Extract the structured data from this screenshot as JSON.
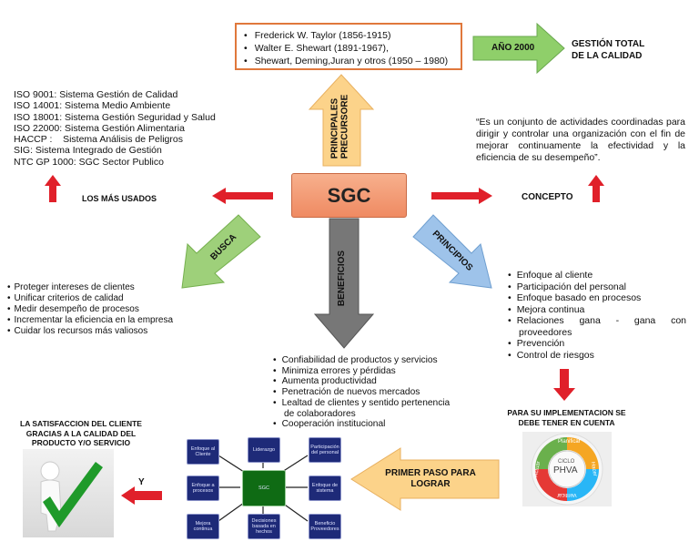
{
  "center": {
    "label": "SGC",
    "color": "#ef8a62"
  },
  "precursors": {
    "arrow_label_line1": "PRINCIPALES",
    "arrow_label_line2": "PRECURSORE",
    "items": [
      "Frederick W. Taylor (1856-1915)",
      "Walter E. Shewart (1891-1967),",
      "Shewart, Deming,Juran y otros (1950 – 1980)"
    ]
  },
  "year": {
    "arrow_label": "AÑO 2000",
    "result_line1": "GESTIÓN TOTAL",
    "result_line2": "DE LA CALIDAD"
  },
  "used": {
    "label": "LOS MÁS USADOS",
    "items": [
      "ISO 9001: Sistema Gestión de Calidad",
      "ISO 14001: Sistema Medio Ambiente",
      "ISO 18001: Sistema Gestión Seguridad y Salud",
      "ISO 22000: Sistema Gestión Alimentaria",
      "HACCP :    Sistema Análisis de Peligros",
      "SIG: Sistema Integrado de Gestión",
      "NTC GP 1000: SGC Sector Publico"
    ]
  },
  "concept": {
    "label": "CONCEPTO",
    "text": "“Es un conjunto de actividades coordinadas para dirigir y controlar una organización con el fin de mejorar continuamente la efectividad y la eficiencia de su desempeño”."
  },
  "busca": {
    "arrow_label": "BUSCA",
    "items": [
      "Proteger intereses de clientes",
      "Unificar criterios de calidad",
      "Medir desempeño de procesos",
      "Incrementar la eficiencia en la empresa",
      "Cuidar los recursos más valiosos"
    ]
  },
  "beneficios": {
    "arrow_label": "BENEFICIOS",
    "items": [
      "Confiabilidad de productos y servicios",
      "Minimiza errores y pérdidas",
      "Aumenta productividad",
      "Penetración de nuevos mercados",
      "Lealtad de clientes y sentido pertenencia de colaboradores",
      "Cooperación institucional"
    ]
  },
  "principios": {
    "arrow_label": "PRINCIPIOS",
    "items": [
      "Enfoque al cliente",
      "Participación del personal",
      "Enfoque basado en procesos",
      "Mejora continua",
      "Relaciones gana - gana con proveedores",
      "Prevención",
      "Control de riesgos"
    ]
  },
  "implementation": {
    "label": "PARA SU IMPLEMENTACION SE DEBE TENER EN CUENTA",
    "cycle": {
      "small": "CICLO",
      "title": "PHVA",
      "segments": [
        "Planificar",
        "Hacer",
        "Verificar",
        "Actuar"
      ]
    }
  },
  "first_step": {
    "label": "PRIMER PASO PARA LOGRAR"
  },
  "network": {
    "center": "SGC",
    "nodes": [
      "Enfoque al Cliente",
      "Liderazgo",
      "Participación del personal",
      "Enfoque a procesos",
      "Enfoque de sistema",
      "Mejora continua",
      "Decisiones basada en hechos",
      "Beneficio Proveedores"
    ]
  },
  "satisfaction": {
    "title": "LA SATISFACCION DEL CLIENTE GRACIAS A LA CALIDAD DEL PRODUCTO Y/O SERVICIO",
    "connector": "Y"
  }
}
